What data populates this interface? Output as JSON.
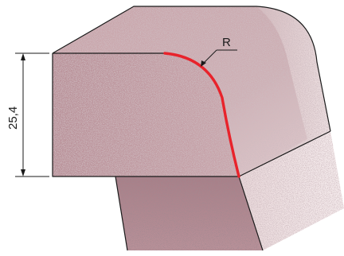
{
  "diagram": {
    "dimension_label": "25,4",
    "radius_label": "R"
  },
  "colors": {
    "edge_highlight": "#e8232b",
    "outline": "#1a1a1a",
    "granite_base": "#b58f97"
  },
  "icons": {
    "dimension_arrow": "arrow-head",
    "leader_arrow": "arrow-head"
  }
}
